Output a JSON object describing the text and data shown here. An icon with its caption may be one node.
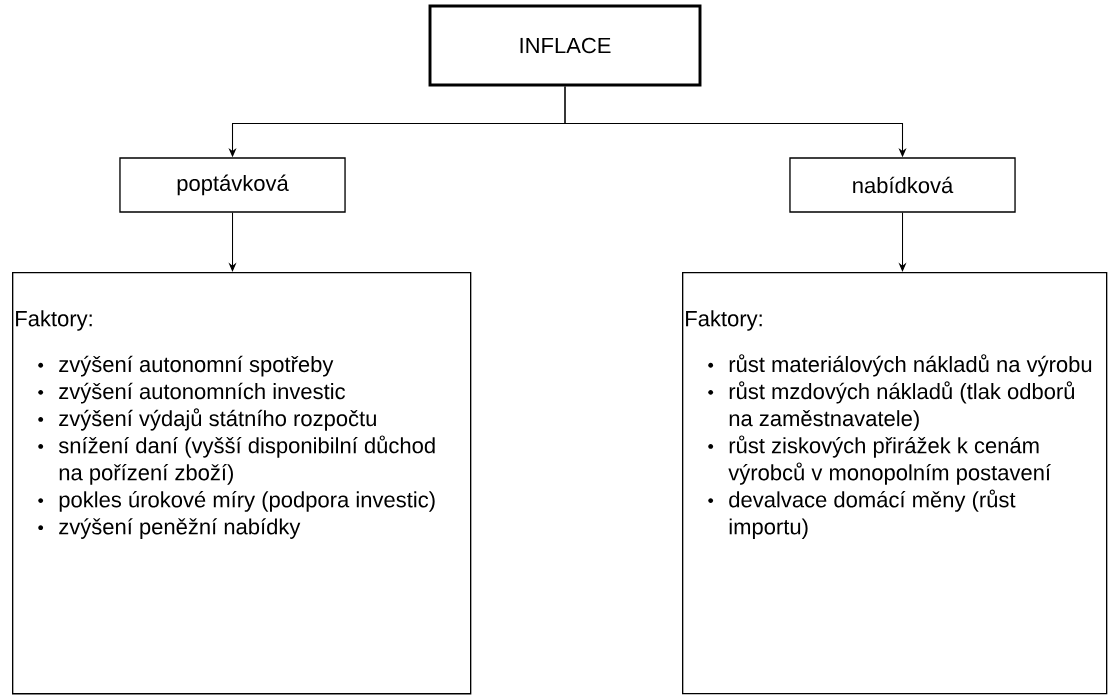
{
  "diagram": {
    "nodes": [
      {
        "text": [
          "INFLACE"
        ]
      },
      {
        "text": [
          "poptávková"
        ]
      },
      {
        "text": [
          "nabídková"
        ]
      },
      {
        "text": [
          "Faktory:",
          "zvýšení autonomní spotřeby",
          "zvýšení autonomních investic",
          "zvýšení výdajů státního rozpočtu",
          "snížení daní (vyšší disponibilní důchod na pořízení zboží)",
          "pokles úrokové míry (podpora investic)",
          "zvýšení peněžní nabídky"
        ]
      },
      {
        "text": [
          "Faktory:",
          "růst materiálových nákladů na výrobu",
          "růst mzdových nákladů (tlak odborů na zaměstnavatele)",
          "růst ziskových přirážek k cenám výrobců v monopolním postavení",
          "devalvace domácí měny (růst importu)"
        ]
      }
    ],
    "edges": [
      {
        "from": 0,
        "to": 1,
        "arrow": "to"
      },
      {
        "from": 0,
        "to": 2,
        "arrow": "to"
      },
      {
        "from": 1,
        "to": 3,
        "arrow": "to"
      },
      {
        "from": 2,
        "to": 4,
        "arrow": "to"
      }
    ]
  }
}
